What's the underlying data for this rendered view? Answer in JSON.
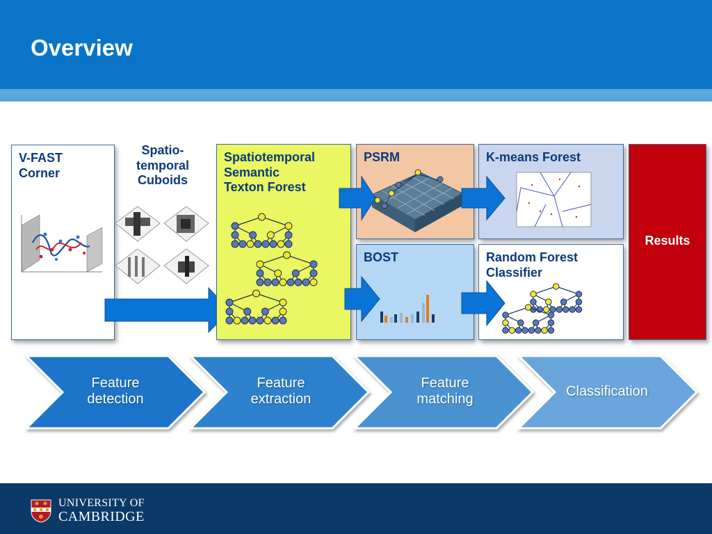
{
  "slide": {
    "title": "Overview"
  },
  "panels": {
    "vfast": "V-FAST\nCorner",
    "cuboids": "Spatio-\ntemporal\nCuboids",
    "sstf": "Spatiotemporal\nSemantic\nTexton Forest",
    "psrm": "PSRM",
    "bost": "BOST",
    "kmeans": "K-means Forest",
    "rfc": "Random Forest\nClassifier",
    "results": "Results"
  },
  "pipeline": [
    {
      "label": "Feature\ndetection"
    },
    {
      "label": "Feature\nextraction"
    },
    {
      "label": "Feature\nmatching"
    },
    {
      "label": "Classification"
    }
  ],
  "footer": {
    "logo_line1": "UNIVERSITY OF",
    "logo_line2": "CAMBRIDGE"
  },
  "colors": {
    "header": "#0a74c9",
    "footer": "#0c3a68",
    "arrow": "#0a74d6",
    "results": "#c2000b",
    "chevron": [
      "#1a75c9",
      "#2f82cd",
      "#4a93d3",
      "#6aa6dc"
    ]
  }
}
